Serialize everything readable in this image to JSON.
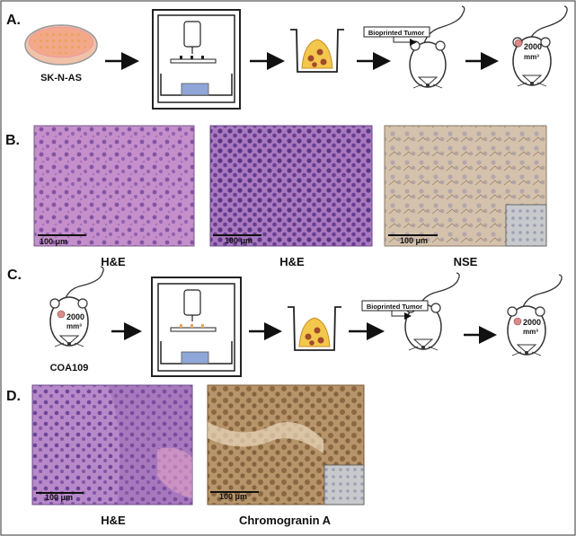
{
  "panels": {
    "a": {
      "label": "A.",
      "cell_line": "SK-N-AS",
      "tag": "Bioprinted Tumor",
      "volume_num": "2000",
      "volume_unit": "mm³"
    },
    "b": {
      "label": "B.",
      "captions": [
        "H&E",
        "H&E",
        "NSE"
      ],
      "scalebar": "100 μm"
    },
    "c": {
      "label": "C.",
      "pdx": "COA109",
      "tag": "Bioprinted Tumor",
      "volume_num": "2000",
      "volume_unit": "mm³"
    },
    "d": {
      "label": "D.",
      "captions": [
        "H&E",
        "Chromogranin A"
      ],
      "scalebar": "100 μm"
    }
  },
  "colors": {
    "he": "#b07ab9",
    "he_dark": "#6a3f8f",
    "ihc_nse": "#ccb8a0",
    "ihc_cga": "#b08f63",
    "tumor": "#d98b8b"
  }
}
